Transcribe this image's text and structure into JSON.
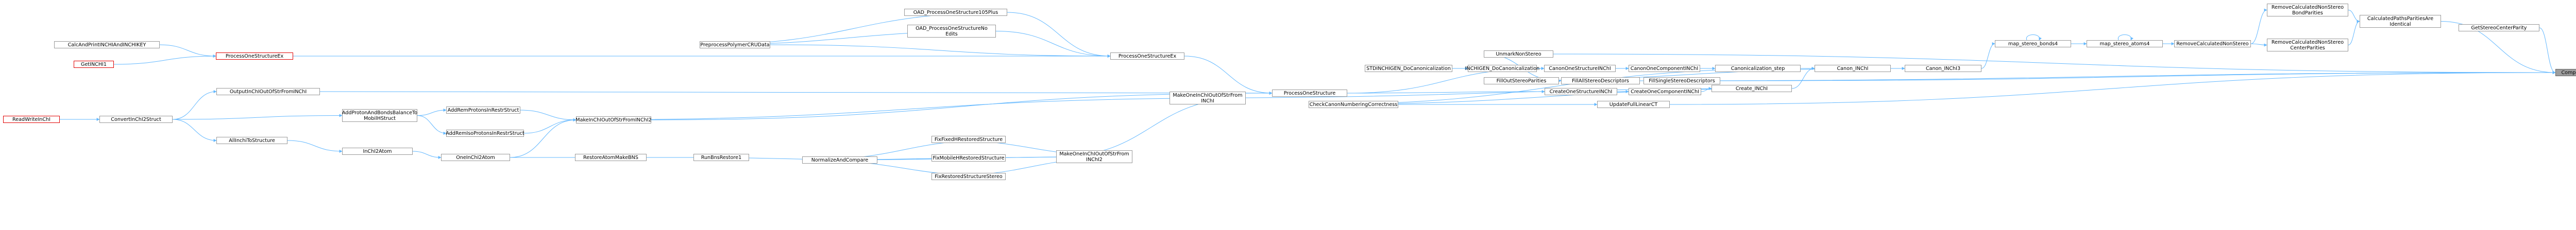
{
  "nodes": [
    {
      "id": "n0",
      "label": "CompNeighborsAT_NUMBER",
      "style": "root"
    },
    {
      "id": "n1",
      "label": "GetStereoCenterParity"
    },
    {
      "id": "n2",
      "label": "CalculatedPathsParitiesAre\nIdentical"
    },
    {
      "id": "n3",
      "label": "RemoveCalculatedNonStereo\nBondParities"
    },
    {
      "id": "n4",
      "label": "RemoveCalculatedNonStereo\nCenterParities"
    },
    {
      "id": "n5",
      "label": "RemoveCalculatedNonStereo"
    },
    {
      "id": "n6",
      "label": "map_stereo_atoms4"
    },
    {
      "id": "n7",
      "label": "map_stereo_bonds4"
    },
    {
      "id": "n8",
      "label": "Canon_INChI3"
    },
    {
      "id": "n9",
      "label": "Canon_INChI"
    },
    {
      "id": "n10",
      "label": "Canonicalization_step"
    },
    {
      "id": "n11",
      "label": "CanonOneComponentINChI"
    },
    {
      "id": "n12",
      "label": "CanonOneStructureINChI"
    },
    {
      "id": "n13",
      "label": "INCHIGEN_DoCanonicalization"
    },
    {
      "id": "n14",
      "label": "STDINCHIGEN_DoCanonicalization"
    },
    {
      "id": "n15",
      "label": "Create_INChI"
    },
    {
      "id": "n16",
      "label": "CreateOneComponentINChI"
    },
    {
      "id": "n17",
      "label": "CreateOneStructureINChI"
    },
    {
      "id": "n18",
      "label": "ProcessOneStructure"
    },
    {
      "id": "n19",
      "label": "ProcessOneStructureEx"
    },
    {
      "id": "n20",
      "label": "OAD_ProcessOneStructure105Plus"
    },
    {
      "id": "n21",
      "label": "OAD_ProcessOneStructureNo\nEdits"
    },
    {
      "id": "n22",
      "label": "PreprocessPolymerCRUData"
    },
    {
      "id": "n23",
      "label": "CalcAndPrintINCHIAndINCHIKEY"
    },
    {
      "id": "n24",
      "label": "GetINCHI1",
      "style": "red"
    },
    {
      "id": "n25",
      "label": "ProcessOneStructureEx",
      "style": "red"
    },
    {
      "id": "n26",
      "label": "OutputInChIOutOfStrFromINChI"
    },
    {
      "id": "n27",
      "label": "ConvertInChI2Struct"
    },
    {
      "id": "n28",
      "label": "ReadWriteInChI",
      "style": "red"
    },
    {
      "id": "n29",
      "label": "MakeInChIOutOfStrFromINChI2"
    },
    {
      "id": "n30",
      "label": "AddRemProtonsInRestrStruct"
    },
    {
      "id": "n31",
      "label": "AddProtonAndBondsBalanceTo\nMobilHStruct"
    },
    {
      "id": "n32",
      "label": "AddRemIsoProtonsInRestrStruct"
    },
    {
      "id": "n33",
      "label": "AllInchiToStructure"
    },
    {
      "id": "n34",
      "label": "InChI2Atom"
    },
    {
      "id": "n35",
      "label": "OneInChI2Atom"
    },
    {
      "id": "n36",
      "label": "RestoreAtomMakeBNS"
    },
    {
      "id": "n37",
      "label": "RunBnsRestore1"
    },
    {
      "id": "n38",
      "label": "NormalizeAndCompare"
    },
    {
      "id": "n39",
      "label": "FixFixedHRestoredStructure"
    },
    {
      "id": "n40",
      "label": "FixMobileHRestoredStructure"
    },
    {
      "id": "n41",
      "label": "FixRestoredStructureStereo"
    },
    {
      "id": "n42",
      "label": "MakeOneInChIOutOfStrFrom\nINChI2"
    },
    {
      "id": "n43",
      "label": "MakeOneInChIOutOfStrFrom\nINChI"
    },
    {
      "id": "n44",
      "label": "CheckCanonNumberingCorrectness"
    },
    {
      "id": "n45",
      "label": "UpdateFullLinearCT"
    },
    {
      "id": "n46",
      "label": "UnmarkNonStereo"
    },
    {
      "id": "n47",
      "label": "FillOutStereoParities"
    },
    {
      "id": "n48",
      "label": "FillAllStereoDescriptors"
    },
    {
      "id": "n49",
      "label": "FillSingleStereoDescriptors"
    }
  ],
  "edges": [
    [
      "n1",
      "n0"
    ],
    [
      "n2",
      "n0"
    ],
    [
      "n46",
      "n0"
    ],
    [
      "n48",
      "n0"
    ],
    [
      "n49",
      "n0"
    ],
    [
      "n45",
      "n0"
    ],
    [
      "n3",
      "n2"
    ],
    [
      "n4",
      "n2"
    ],
    [
      "n5",
      "n3"
    ],
    [
      "n5",
      "n4"
    ],
    [
      "n6",
      "n5"
    ],
    [
      "n6",
      "n6"
    ],
    [
      "n7",
      "n6"
    ],
    [
      "n7",
      "n7"
    ],
    [
      "n8",
      "n7"
    ],
    [
      "n9",
      "n8"
    ],
    [
      "n10",
      "n9"
    ],
    [
      "n11",
      "n10"
    ],
    [
      "n12",
      "n11"
    ],
    [
      "n13",
      "n12"
    ],
    [
      "n14",
      "n13"
    ],
    [
      "n18",
      "n12"
    ],
    [
      "n19",
      "n18"
    ],
    [
      "n20",
      "n19"
    ],
    [
      "n21",
      "n19"
    ],
    [
      "n22",
      "n19"
    ],
    [
      "n23",
      "n25"
    ],
    [
      "n24",
      "n25"
    ],
    [
      "n25",
      "n19"
    ],
    [
      "n20",
      "n22"
    ],
    [
      "n21",
      "n22"
    ],
    [
      "n15",
      "n9"
    ],
    [
      "n15",
      "n44"
    ],
    [
      "n16",
      "n15"
    ],
    [
      "n17",
      "n16"
    ],
    [
      "n18",
      "n17"
    ],
    [
      "n26",
      "n18"
    ],
    [
      "n27",
      "n26"
    ],
    [
      "n28",
      "n27"
    ],
    [
      "n29",
      "n18"
    ],
    [
      "n30",
      "n29"
    ],
    [
      "n31",
      "n30"
    ],
    [
      "n32",
      "n29"
    ],
    [
      "n31",
      "n32"
    ],
    [
      "n27",
      "n31"
    ],
    [
      "n35",
      "n29"
    ],
    [
      "n34",
      "n35"
    ],
    [
      "n33",
      "n34"
    ],
    [
      "n27",
      "n33"
    ],
    [
      "n36",
      "n35"
    ],
    [
      "n37",
      "n36"
    ],
    [
      "n38",
      "n37"
    ],
    [
      "n39",
      "n38"
    ],
    [
      "n40",
      "n38"
    ],
    [
      "n41",
      "n38"
    ],
    [
      "n42",
      "n38"
    ],
    [
      "n42",
      "n39"
    ],
    [
      "n42",
      "n40"
    ],
    [
      "n42",
      "n41"
    ],
    [
      "n43",
      "n29"
    ],
    [
      "n43",
      "n42"
    ],
    [
      "n15",
      "n43"
    ],
    [
      "n9",
      "n47"
    ],
    [
      "n47",
      "n48"
    ],
    [
      "n47",
      "n46"
    ],
    [
      "n44",
      "n45"
    ],
    [
      "n10",
      "n44"
    ]
  ],
  "colors": {
    "edge": "#63b8ff",
    "node_border": "#999999",
    "root_fill": "#9e9e9e",
    "root_border": "#666666",
    "highlight_border": "#e00000"
  }
}
